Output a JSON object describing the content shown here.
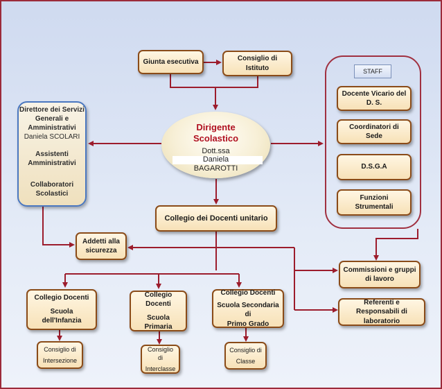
{
  "diagram": {
    "giunta": "Giunta esecutiva",
    "consiglio_istituto": "Consiglio di Istituto",
    "dirigente": {
      "title_line1": "Dirigente",
      "title_line2": "Scolastico",
      "line1": "Dott.ssa",
      "line2": "Daniela",
      "line3": "BAGAROTTI"
    },
    "left_panel": {
      "dsga_line1": "Direttore dei Servizi",
      "dsga_line2": "Generali e",
      "dsga_line3": "Amministrativi",
      "dsga_name": "Daniela SCOLARI",
      "assistenti_line1": "Assistenti",
      "assistenti_line2": "Amministrativi",
      "collab_line1": "Collaboratori",
      "collab_line2": "Scolastici"
    },
    "staff": {
      "label": "STAFF",
      "items": [
        "Docente Vicario del D. S.",
        "Coordinatori di Sede",
        "D.S.G.A",
        "Funzioni Strumentali"
      ]
    },
    "collegio_unitario": "Collegio dei Docenti unitario",
    "addetti": {
      "line1": "Addetti alla",
      "line2": "sicurezza"
    },
    "commissioni": {
      "line1": "Commissioni e gruppi",
      "line2": "di lavoro"
    },
    "referenti": {
      "line1": "Referenti e Responsabili di",
      "line2": "laboratorio"
    },
    "collegio_infanzia": {
      "line1": "Collegio Docenti",
      "line2": "Scuola dell'Infanzia"
    },
    "collegio_primaria": {
      "line1": "Collegio Docenti",
      "line2": "Scuola Primaria"
    },
    "collegio_secondaria": {
      "line1": "Collegio Docenti",
      "line2": "Scuola Secondaria di",
      "line3": "Primo Grado"
    },
    "consiglio_intersezione": {
      "line1": "Consiglio di",
      "line2": "Intersezione"
    },
    "consiglio_interclasse": {
      "line1": "Consiglio di",
      "line2": "Interclasse"
    },
    "consiglio_classe": {
      "line1": "Consiglio di",
      "line2": "Classe"
    },
    "colors": {
      "connector": "#9c1c2c",
      "box_border": "#8a4b18",
      "title_red": "#b01020",
      "panel_border": "#4a77c0"
    }
  }
}
